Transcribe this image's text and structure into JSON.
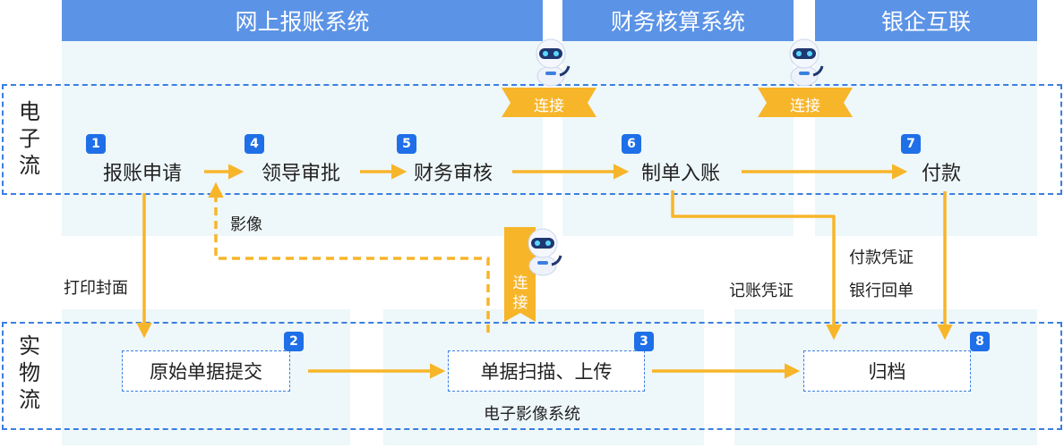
{
  "columns": {
    "online": "网上报账系统",
    "finance": "财务核算系统",
    "bank": "银企互联"
  },
  "lanes": {
    "electronic": [
      "电",
      "子",
      "流"
    ],
    "physical": [
      "实",
      "物",
      "流"
    ]
  },
  "steps": {
    "apply": {
      "num": "1",
      "label": "报账申请"
    },
    "submit": {
      "num": "2",
      "label": "原始单据提交"
    },
    "scan": {
      "num": "3",
      "label": "单据扫描、上传"
    },
    "approve": {
      "num": "4",
      "label": "领导审批"
    },
    "review": {
      "num": "5",
      "label": "财务审核"
    },
    "entry": {
      "num": "6",
      "label": "制单入账"
    },
    "pay": {
      "num": "7",
      "label": "付款"
    },
    "archive": {
      "num": "8",
      "label": "归档"
    }
  },
  "notes": {
    "image": "影像",
    "print_cover": "打印封面",
    "voucher": "记账凭证",
    "pay_voucher": "付款凭证",
    "bank_receipt": "银行回单",
    "image_system": "电子影像系统"
  },
  "connectors": {
    "finance": "连接",
    "bank": "连接",
    "scan": [
      "连",
      "接"
    ]
  },
  "colors": {
    "header": "#5b93e6",
    "panel": "#eef7f9",
    "dashed_border": "#3b7fe0",
    "arrow": "#f7b52a",
    "badge": "#1e6fe8"
  },
  "icons": [
    "robot-icon",
    "robot-icon",
    "robot-icon"
  ]
}
